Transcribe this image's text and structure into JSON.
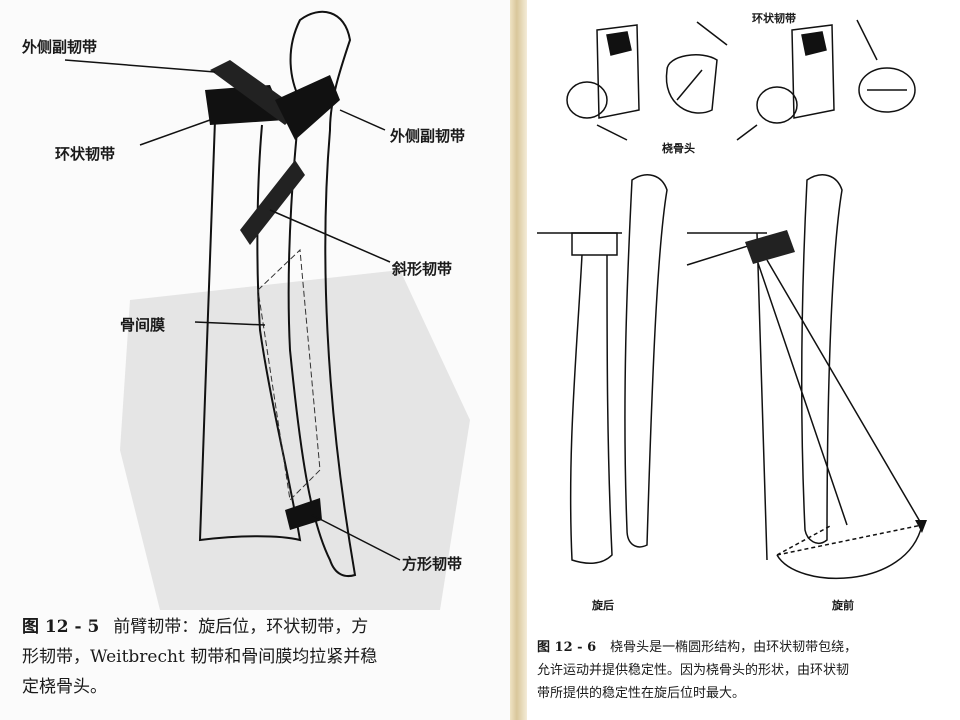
{
  "figure_12_5": {
    "labels": {
      "lateral_collateral_top": "外侧副韧带",
      "annular_ligament": "环状韧带",
      "lateral_collateral_right": "外侧副韧带",
      "oblique_cord": "斜形韧带",
      "interosseous_membrane": "骨间膜",
      "quadrate_ligament": "方形韧带"
    },
    "caption": {
      "number": "图 12 - 5",
      "line1": "前臂韧带：旋后位，环状韧带，方",
      "line2": "形韧带，Weitbrecht 韧带和骨间膜均拉紧并稳",
      "line3": "定桡骨头。"
    }
  },
  "figure_12_6": {
    "labels": {
      "annular_ligament": "环状韧带",
      "radial_head": "桡骨头",
      "supination": "旋后",
      "pronation": "旋前"
    },
    "caption": {
      "number": "图 12 - 6",
      "line1": "桡骨头是一椭圆形结构，由环状韧带包绕，",
      "line2": "允许运动并提供稳定性。因为桡骨头的形状，由环状韧",
      "line3": "带所提供的稳定性在旋后位时最大。"
    }
  }
}
